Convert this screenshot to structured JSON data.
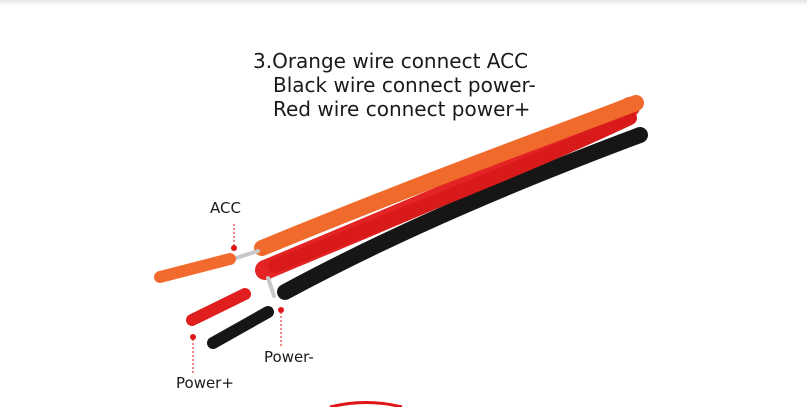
{
  "instructions": {
    "line1": "3.Orange wire connect ACC",
    "line2": "Black wire connect power-",
    "line3": "Red wire connect power+"
  },
  "labels": {
    "acc": "ACC",
    "power_minus": "Power-",
    "power_plus": "Power+"
  },
  "colors": {
    "orange_wire": "#f26a2e",
    "red_wire": "#e01e1e",
    "black_wire": "#161616",
    "marker": "#e01515"
  }
}
